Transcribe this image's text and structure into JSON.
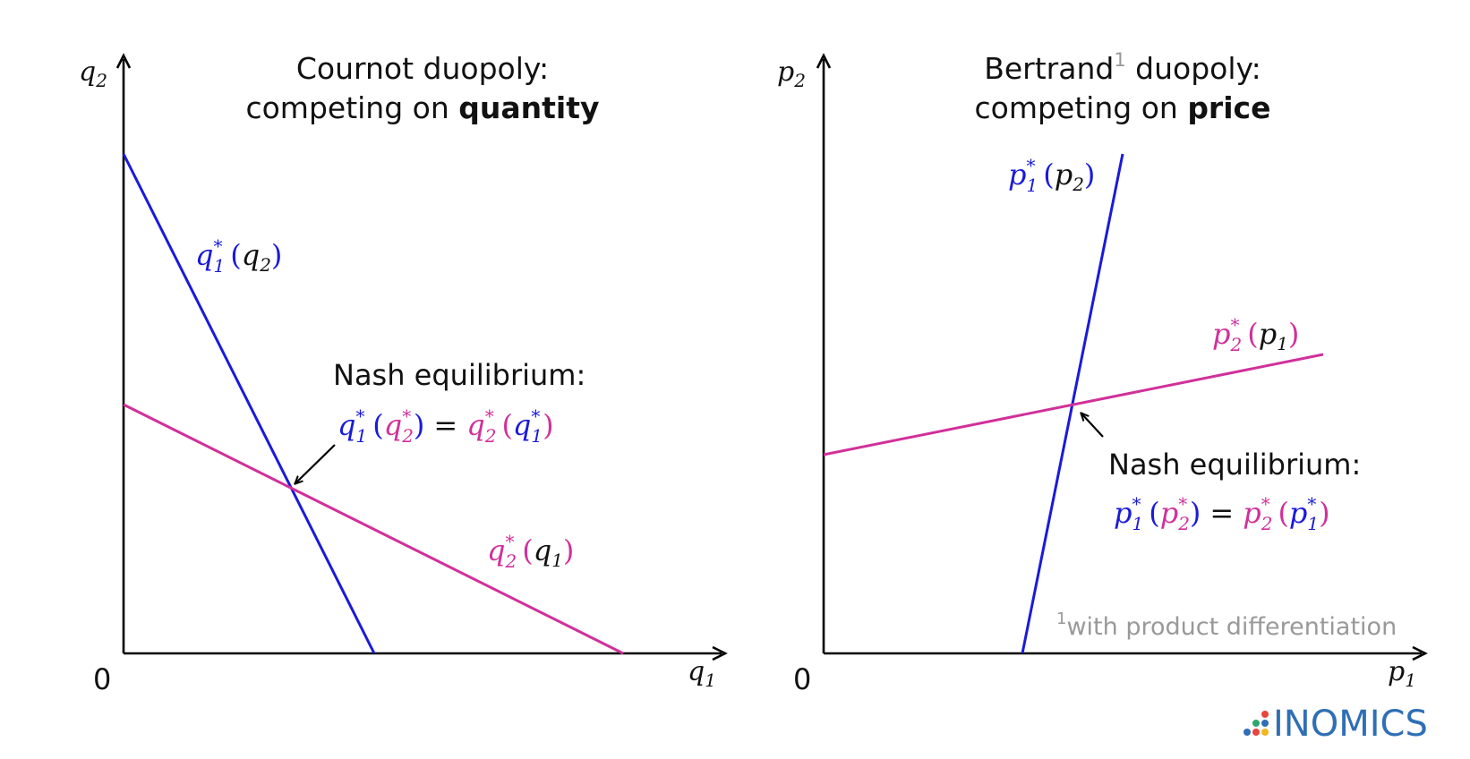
{
  "colors": {
    "blue": "#1a1adb",
    "pink": "#d1309a",
    "axis": "#000000",
    "footnote": "#999999",
    "brand": "#2f6fb5"
  },
  "left": {
    "title_line1": "Cournot duopoly:",
    "title_line2_prefix": "competing on ",
    "title_line2_bold": "quantity",
    "y_axis_var": "q",
    "y_axis_sub": "2",
    "x_axis_var": "q",
    "x_axis_sub": "1",
    "origin": "0",
    "curve_blue": {
      "fn": "q",
      "sub": "1",
      "sup": "*",
      "arg": "q",
      "arg_sub": "2"
    },
    "curve_pink": {
      "fn": "q",
      "sub": "2",
      "sup": "*",
      "arg": "q",
      "arg_sub": "1"
    },
    "nash_label": "Nash equilibrium:",
    "nash_eq": {
      "var": "q",
      "sup": "*",
      "sub_a": "1",
      "sub_b": "2",
      "equals": "="
    }
  },
  "right": {
    "title_line1_prefix": "Bertrand",
    "title_footnote_mark": "1",
    "title_line1_suffix": " duopoly:",
    "title_line2_prefix": "competing on ",
    "title_line2_bold": "price",
    "y_axis_var": "p",
    "y_axis_sub": "2",
    "x_axis_var": "p",
    "x_axis_sub": "1",
    "origin": "0",
    "curve_blue": {
      "fn": "p",
      "sub": "1",
      "sup": "*",
      "arg": "p",
      "arg_sub": "2"
    },
    "curve_pink": {
      "fn": "p",
      "sub": "2",
      "sup": "*",
      "arg": "p",
      "arg_sub": "1"
    },
    "nash_label": "Nash equilibrium:",
    "nash_eq": {
      "var": "p",
      "sup": "*",
      "sub_a": "1",
      "sub_b": "2",
      "equals": "="
    },
    "footnote_mark": "1",
    "footnote_text": "with product differentiation"
  },
  "brand": {
    "name": "INOMICS",
    "logo_icon": "dots-logo-icon"
  }
}
